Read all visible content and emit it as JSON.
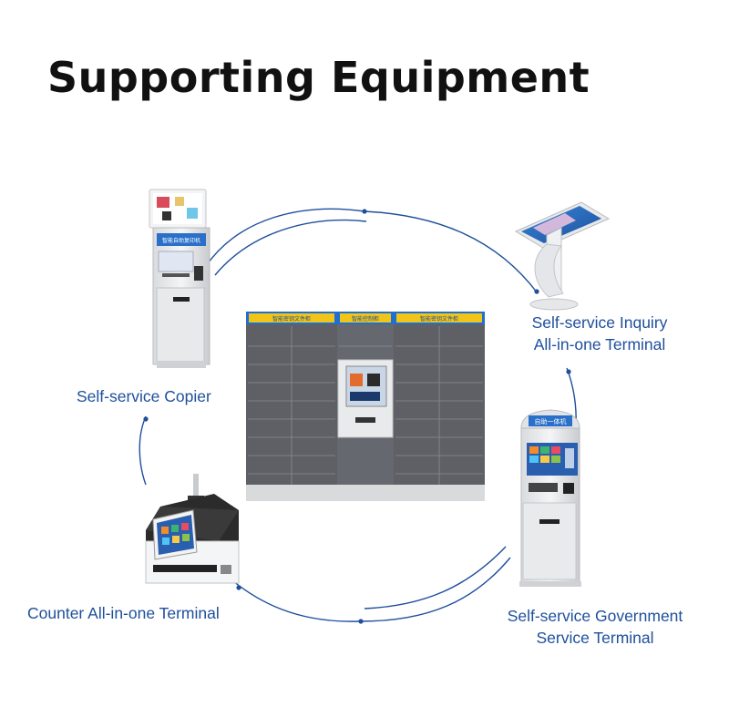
{
  "title": "Supporting Equipment",
  "colors": {
    "accent": "#1e4f9c",
    "cabinet": "#5e6066",
    "banner": "#f0c419",
    "screen_blue": "#2a6fc9"
  },
  "devices": {
    "copier": {
      "label": "Self-service Copier",
      "screen_text": "智能自助复印机"
    },
    "inquiry": {
      "label_lines": [
        "Self-service Inquiry",
        "All-in-one Terminal"
      ]
    },
    "gov": {
      "label_lines": [
        "Self-service Government",
        "Service Terminal"
      ],
      "screen_text": "自助一体机"
    },
    "counter": {
      "label": "Counter All-in-one Terminal"
    },
    "cabinet": {
      "banners": [
        "智能密钥文件柜",
        "智能控制柜",
        "智能密钥文件柜"
      ]
    }
  }
}
